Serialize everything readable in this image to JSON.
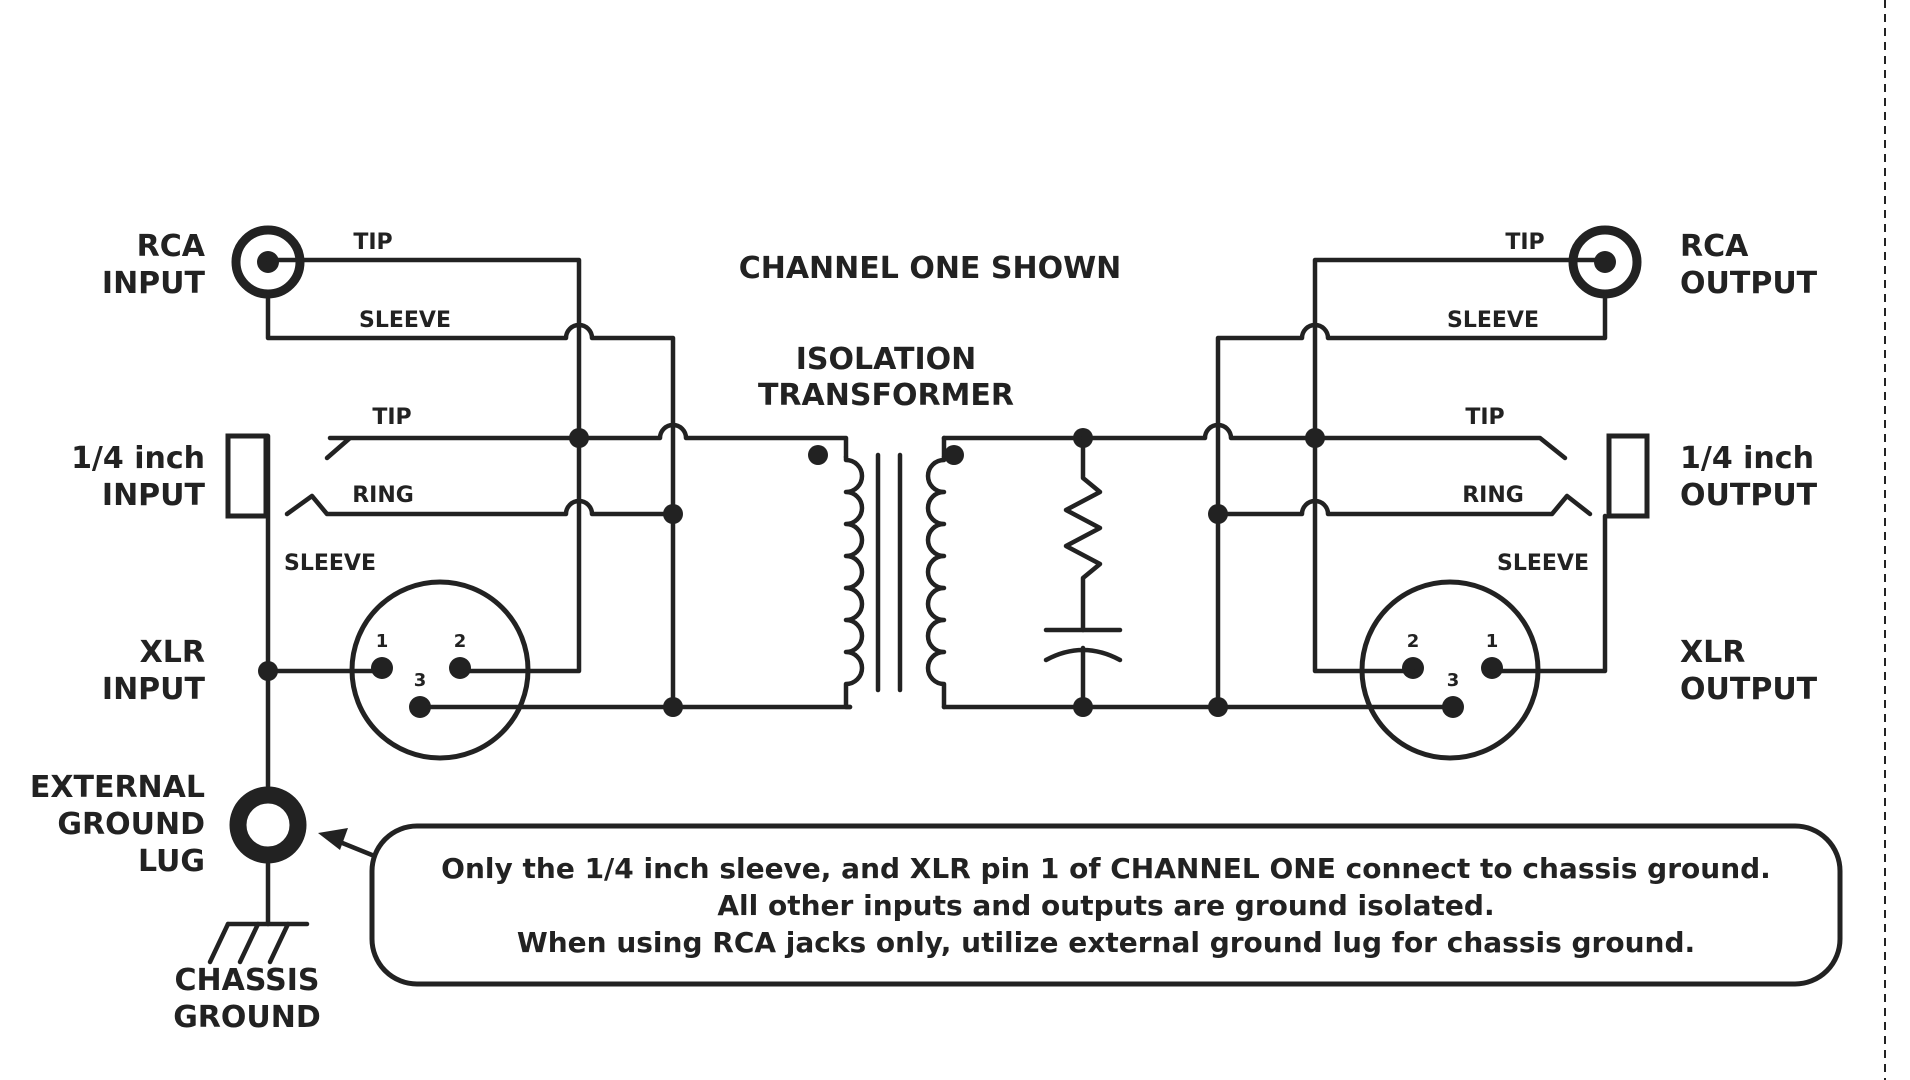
{
  "title": "CHANNEL ONE SHOWN",
  "transformer": {
    "line1": "ISOLATION",
    "line2": "TRANSFORMER"
  },
  "left": {
    "rca": {
      "line1": "RCA",
      "line2": "INPUT"
    },
    "quarter": {
      "line1": "1/4 inch",
      "line2": "INPUT"
    },
    "xlr": {
      "line1": "XLR",
      "line2": "INPUT"
    },
    "lug": {
      "line1": "EXTERNAL",
      "line2": "GROUND",
      "line3": "LUG"
    },
    "chassis": {
      "line1": "CHASSIS",
      "line2": "GROUND"
    },
    "wires": {
      "rca_tip": "TIP",
      "rca_sleeve": "SLEEVE",
      "q_tip": "TIP",
      "q_ring": "RING",
      "q_sleeve": "SLEEVE"
    },
    "pins": {
      "p1": "1",
      "p2": "2",
      "p3": "3"
    }
  },
  "right": {
    "rca": {
      "line1": "RCA",
      "line2": "OUTPUT"
    },
    "quarter": {
      "line1": "1/4 inch",
      "line2": "OUTPUT"
    },
    "xlr": {
      "line1": "XLR",
      "line2": "OUTPUT"
    },
    "wires": {
      "rca_tip": "TIP",
      "rca_sleeve": "SLEEVE",
      "q_tip": "TIP",
      "q_ring": "RING",
      "q_sleeve": "SLEEVE"
    },
    "pins": {
      "p1": "1",
      "p2": "2",
      "p3": "3"
    }
  },
  "note": {
    "line1": "Only the 1/4 inch sleeve, and XLR pin 1 of CHANNEL ONE connect to chassis ground.",
    "line2": "All other inputs and outputs are ground isolated.",
    "line3": "When using RCA jacks only, utilize external ground lug for chassis ground."
  }
}
